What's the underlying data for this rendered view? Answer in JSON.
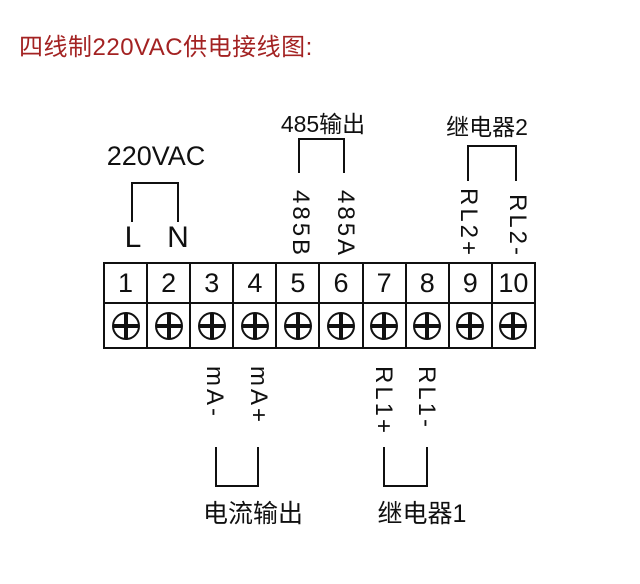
{
  "title": "四线制220VAC供电接线图:",
  "colors": {
    "title_red": "#A32222",
    "line_black": "#101010",
    "background": "#FFFFFF"
  },
  "icons": {
    "screw_terminal": "circle-plus-screw-icon"
  },
  "terminal_block": {
    "numbers": [
      "1",
      "2",
      "3",
      "4",
      "5",
      "6",
      "7",
      "8",
      "9",
      "10"
    ]
  },
  "top_groups": [
    {
      "id": "power",
      "label": "220VAC",
      "pins": [
        "L",
        "N"
      ],
      "terminals": [
        1,
        2
      ]
    },
    {
      "id": "rs485-output",
      "label": "485输出",
      "pins": [
        "485B",
        "485A"
      ],
      "terminals": [
        5,
        6
      ]
    },
    {
      "id": "relay-2",
      "label": "继电器2",
      "pins": [
        "RL2+",
        "RL2-"
      ],
      "terminals": [
        9,
        10
      ]
    }
  ],
  "bottom_groups": [
    {
      "id": "current-output",
      "label": "电流输出",
      "pins": [
        "mA-",
        "mA+"
      ],
      "terminals": [
        3,
        4
      ]
    },
    {
      "id": "relay-1",
      "label": "继电器1",
      "pins": [
        "RL1+",
        "RL1-"
      ],
      "terminals": [
        7,
        8
      ]
    }
  ]
}
